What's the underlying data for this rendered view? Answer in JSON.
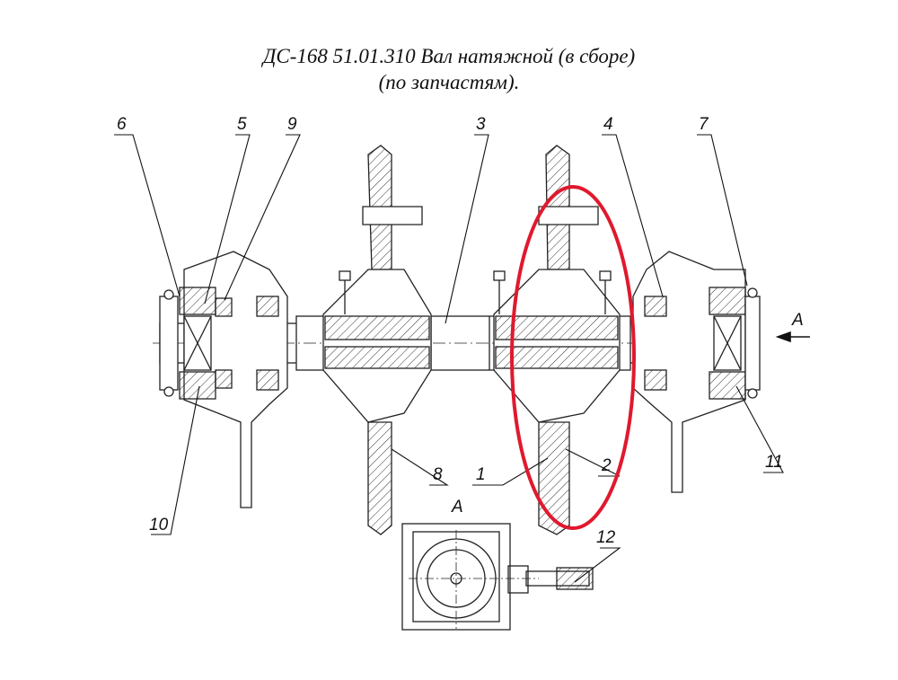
{
  "title": {
    "line1": "ДС-168 51.01.310 Вал натяжной (в сборе)",
    "line2": "(по запчастям)."
  },
  "callouts": {
    "c1": "1",
    "c2": "2",
    "c3": "3",
    "c4": "4",
    "c5": "5",
    "c6": "6",
    "c7": "7",
    "c8": "8",
    "c9": "9",
    "c10": "10",
    "c11": "11",
    "c12": "12"
  },
  "view_label": "A",
  "arrow_label": "A",
  "highlight_color": "#e0192e"
}
